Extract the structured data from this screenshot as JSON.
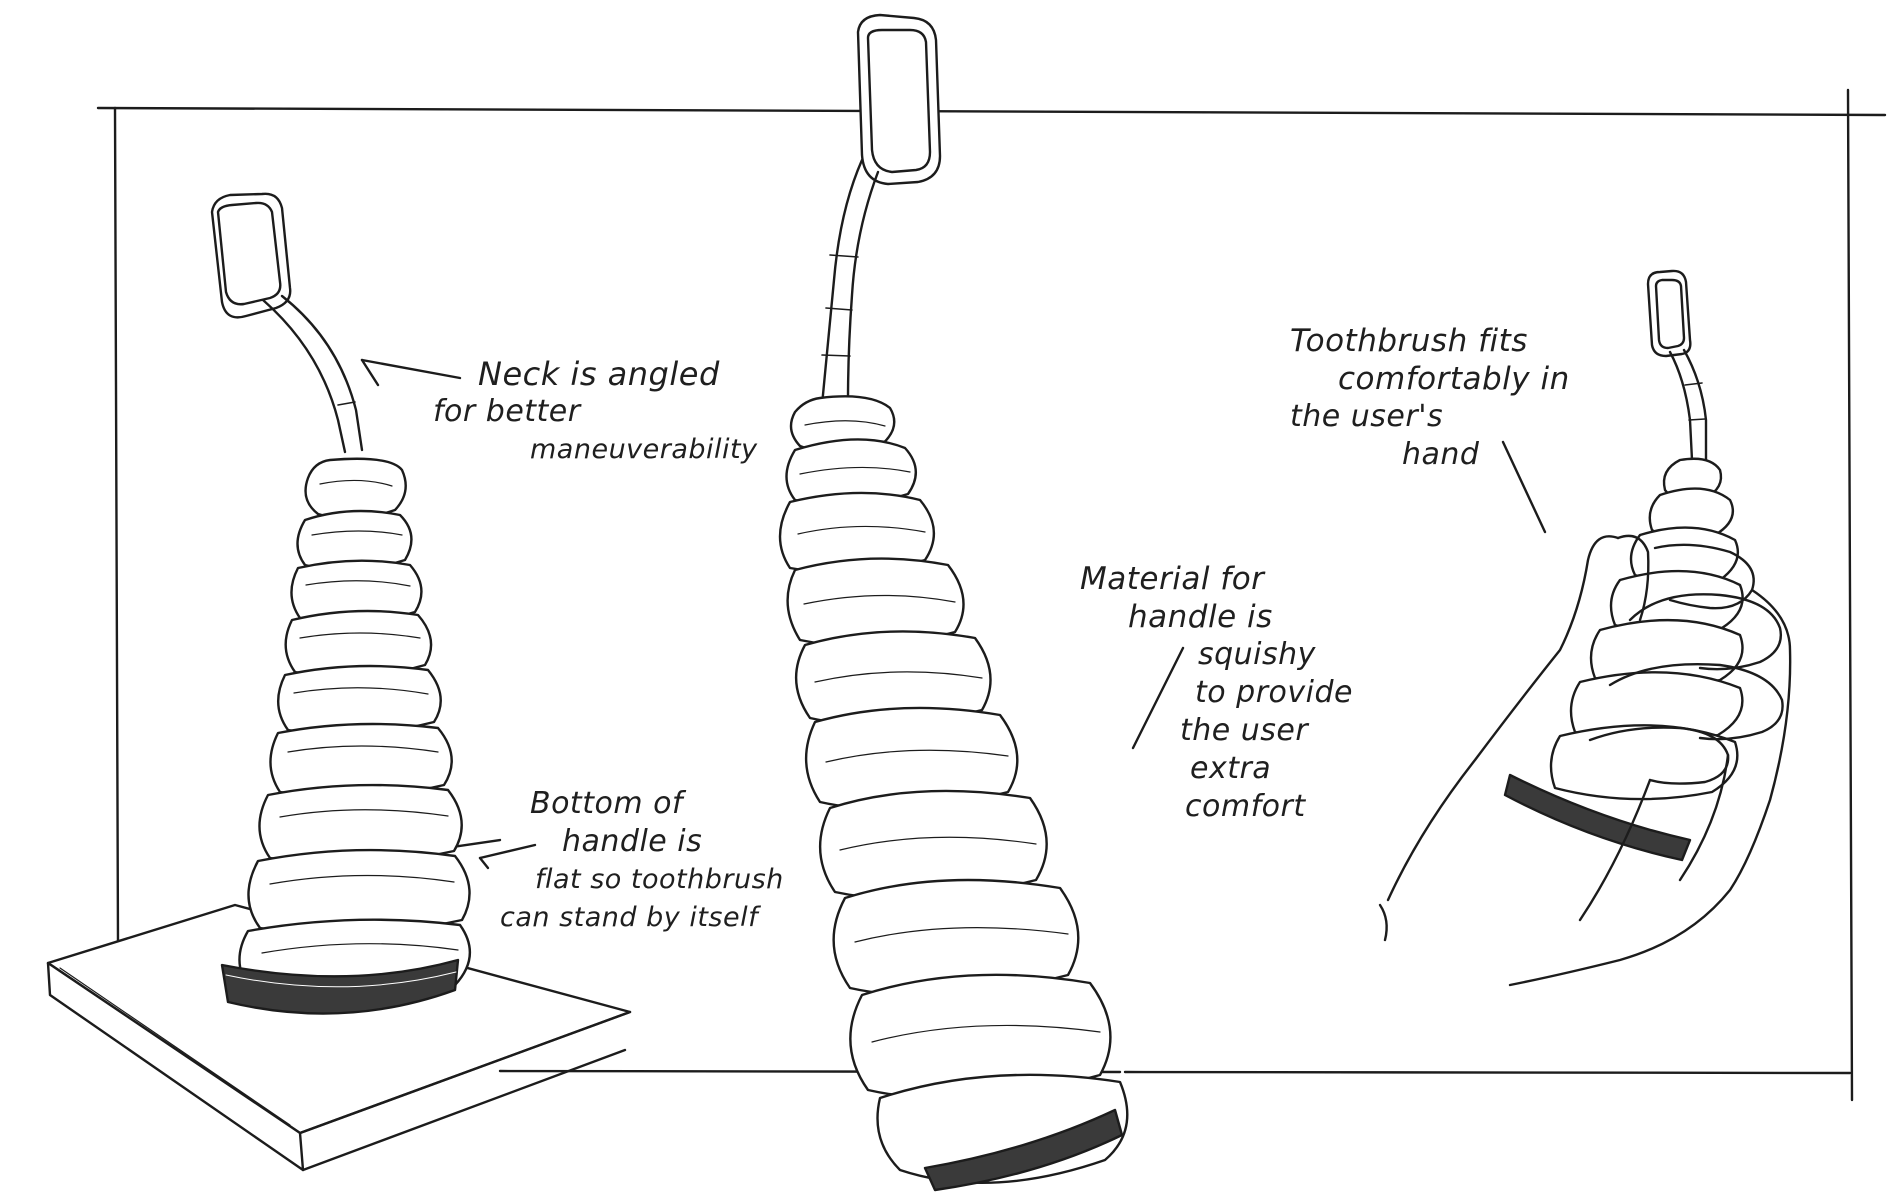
{
  "annotations": {
    "neck": {
      "lines": [
        "Neck is angled",
        "for better",
        "maneuverability"
      ]
    },
    "bottom": {
      "lines": [
        "Bottom of",
        "handle is",
        "flat so toothbrush",
        "can stand by itself"
      ]
    },
    "material": {
      "lines": [
        "Material for",
        "handle is",
        "squishy",
        "to provide",
        "the user",
        "extra",
        "comfort"
      ]
    },
    "grip": {
      "lines": [
        "Toothbrush fits",
        "comfortably in",
        "the user's",
        "hand"
      ]
    }
  },
  "colors": {
    "ink": "#1c1c1c",
    "paper": "#ffffff",
    "base_hatch": "#3a3a3a"
  }
}
